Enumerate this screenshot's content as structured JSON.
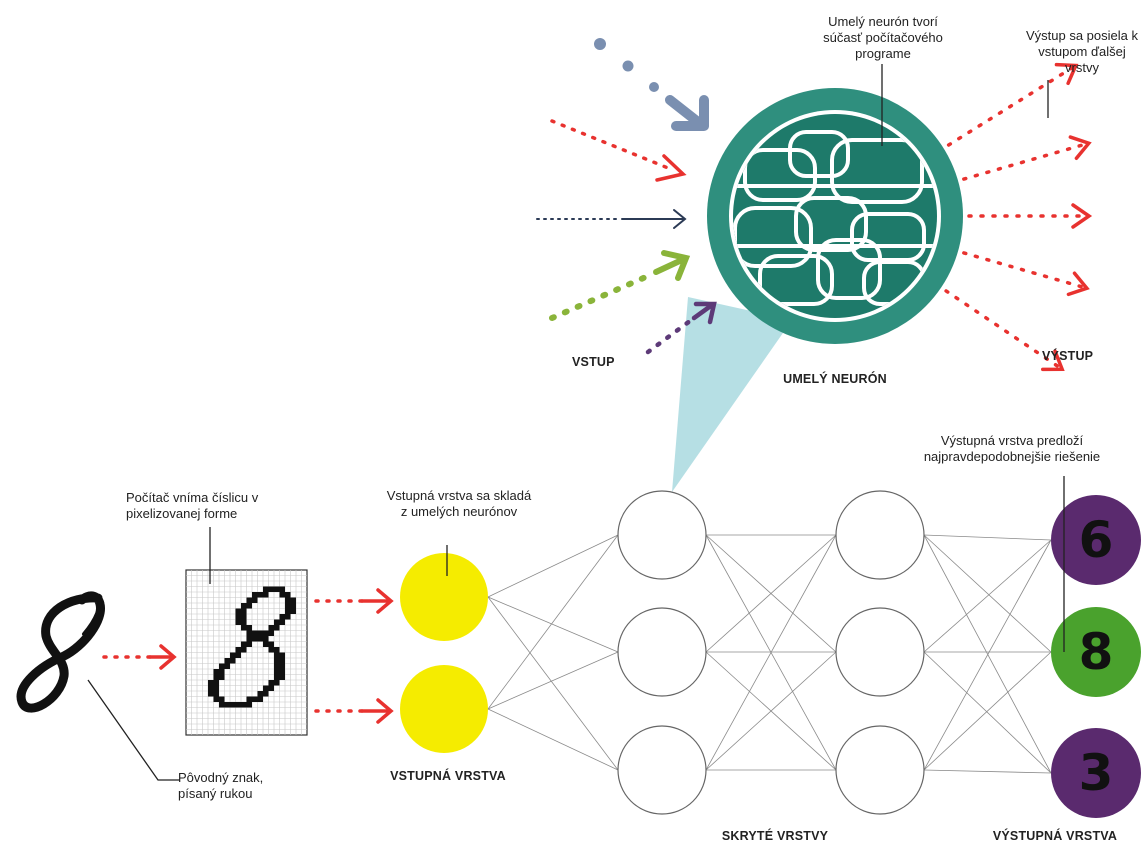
{
  "notes": {
    "neuron_program": "Umelý neurón tvorí súčasť počítačového programe",
    "output_forward": "Výstup sa posiela k vstupom ďalšej vrstvy",
    "pixelized": "Počítač vníma číslicu v pixelizovanej forme",
    "input_layer_desc": "Vstupná vrstva sa skladá z umelých neurónov",
    "output_layer_desc": "Výstupná vrstva predloží najpravdepodobnejšie riešenie",
    "original_char": "Pôvodný znak, písaný rukou"
  },
  "captions": {
    "input": "VSTUP",
    "output": "VÝSTUP",
    "neuron": "UMELÝ NEURÓN",
    "input_layer": "VSTUPNÁ VRSTVA",
    "hidden_layers": "SKRYTÉ VRSTVY",
    "output_layer": "VÝSTUPNÁ VRSTVA"
  },
  "handwritten_digit": "8",
  "output_digits": [
    "6",
    "8",
    "3"
  ],
  "colors": {
    "arrow_red": "#e8322f",
    "teal_dark": "#1e7a6a",
    "teal_ring": "#2f8f7e",
    "cone": "#a9d9df",
    "yellow_neuron": "#f5ec00",
    "purple_neuron": "#5a2a6e",
    "green_neuron": "#4aa22d",
    "arrow_blue": "#7a8fb0",
    "arrow_navy": "#2b3a55",
    "arrow_green": "#8ab43a",
    "arrow_purple": "#5d3a78"
  }
}
